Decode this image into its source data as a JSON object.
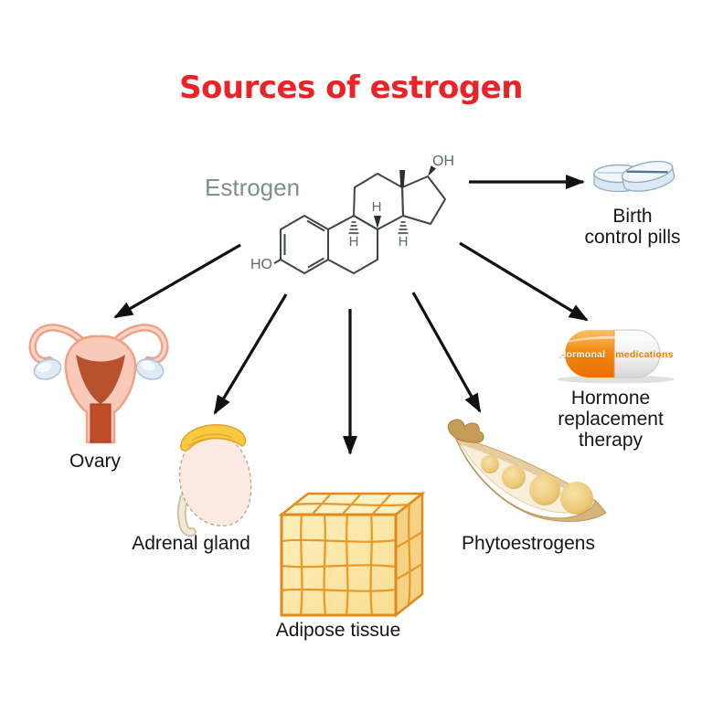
{
  "title": "Sources of estrogen",
  "colors": {
    "title_red": "#e92327",
    "estrogen_gray": "#7e8f8f",
    "arrow_black": "#111111",
    "capsule_orange": "#f07c05",
    "adipose_orange": "#e8941f",
    "uterus_pink": "#f9c9b9",
    "uterus_cavity": "#b8512e",
    "adrenal_yellow": "#f9c93f",
    "pill_blue": "#eef5fb",
    "pod_tan": "#d7b47b"
  },
  "molecule": {
    "label": "Estrogen",
    "oh": "OH",
    "ho": "HO",
    "h": "H"
  },
  "sources": {
    "ovary": {
      "label": "Ovary"
    },
    "adrenal": {
      "label": "Adrenal gland"
    },
    "adipose": {
      "label": "Adipose tissue"
    },
    "phyto": {
      "label": "Phytoestrogens"
    },
    "hrt": {
      "line1": "Hormone",
      "line2": "replacement",
      "line3": "therapy",
      "capsule_left": "Hormonal",
      "capsule_right": "medications"
    },
    "pills": {
      "line1": "Birth",
      "line2": "control pills"
    }
  },
  "arrows": [
    "estrogen-to-birth-control-pills",
    "estrogen-to-hormone-replacement-therapy",
    "estrogen-to-phytoestrogens",
    "estrogen-to-adipose-tissue",
    "estrogen-to-adrenal-gland",
    "estrogen-to-ovary"
  ]
}
